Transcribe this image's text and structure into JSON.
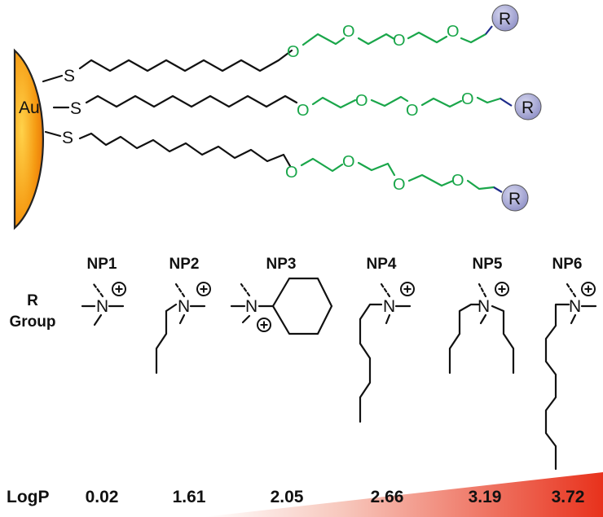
{
  "nanoparticle": {
    "core_label": "Au",
    "thiol_atom": "S",
    "ether_atom": "O",
    "end_group_label": "R",
    "colors": {
      "gold_core": "#f59a12",
      "peg_chain": "#1aa64a",
      "r_sphere": "#9b9ccf",
      "alkyl_chain": "#111111"
    }
  },
  "r_group_table": {
    "row_label_line1": "R",
    "row_label_line2": "Group",
    "columns": [
      {
        "name": "NP1",
        "logp": "0.02"
      },
      {
        "name": "NP2",
        "logp": "1.61"
      },
      {
        "name": "NP3",
        "logp": "2.05"
      },
      {
        "name": "NP4",
        "logp": "2.66"
      },
      {
        "name": "NP5",
        "logp": "3.19"
      },
      {
        "name": "NP6",
        "logp": "3.72"
      }
    ],
    "nitrogen_atom": "N",
    "charge_symbol": "+",
    "logp_label": "LogP",
    "gradient_color": "#e8321c"
  }
}
